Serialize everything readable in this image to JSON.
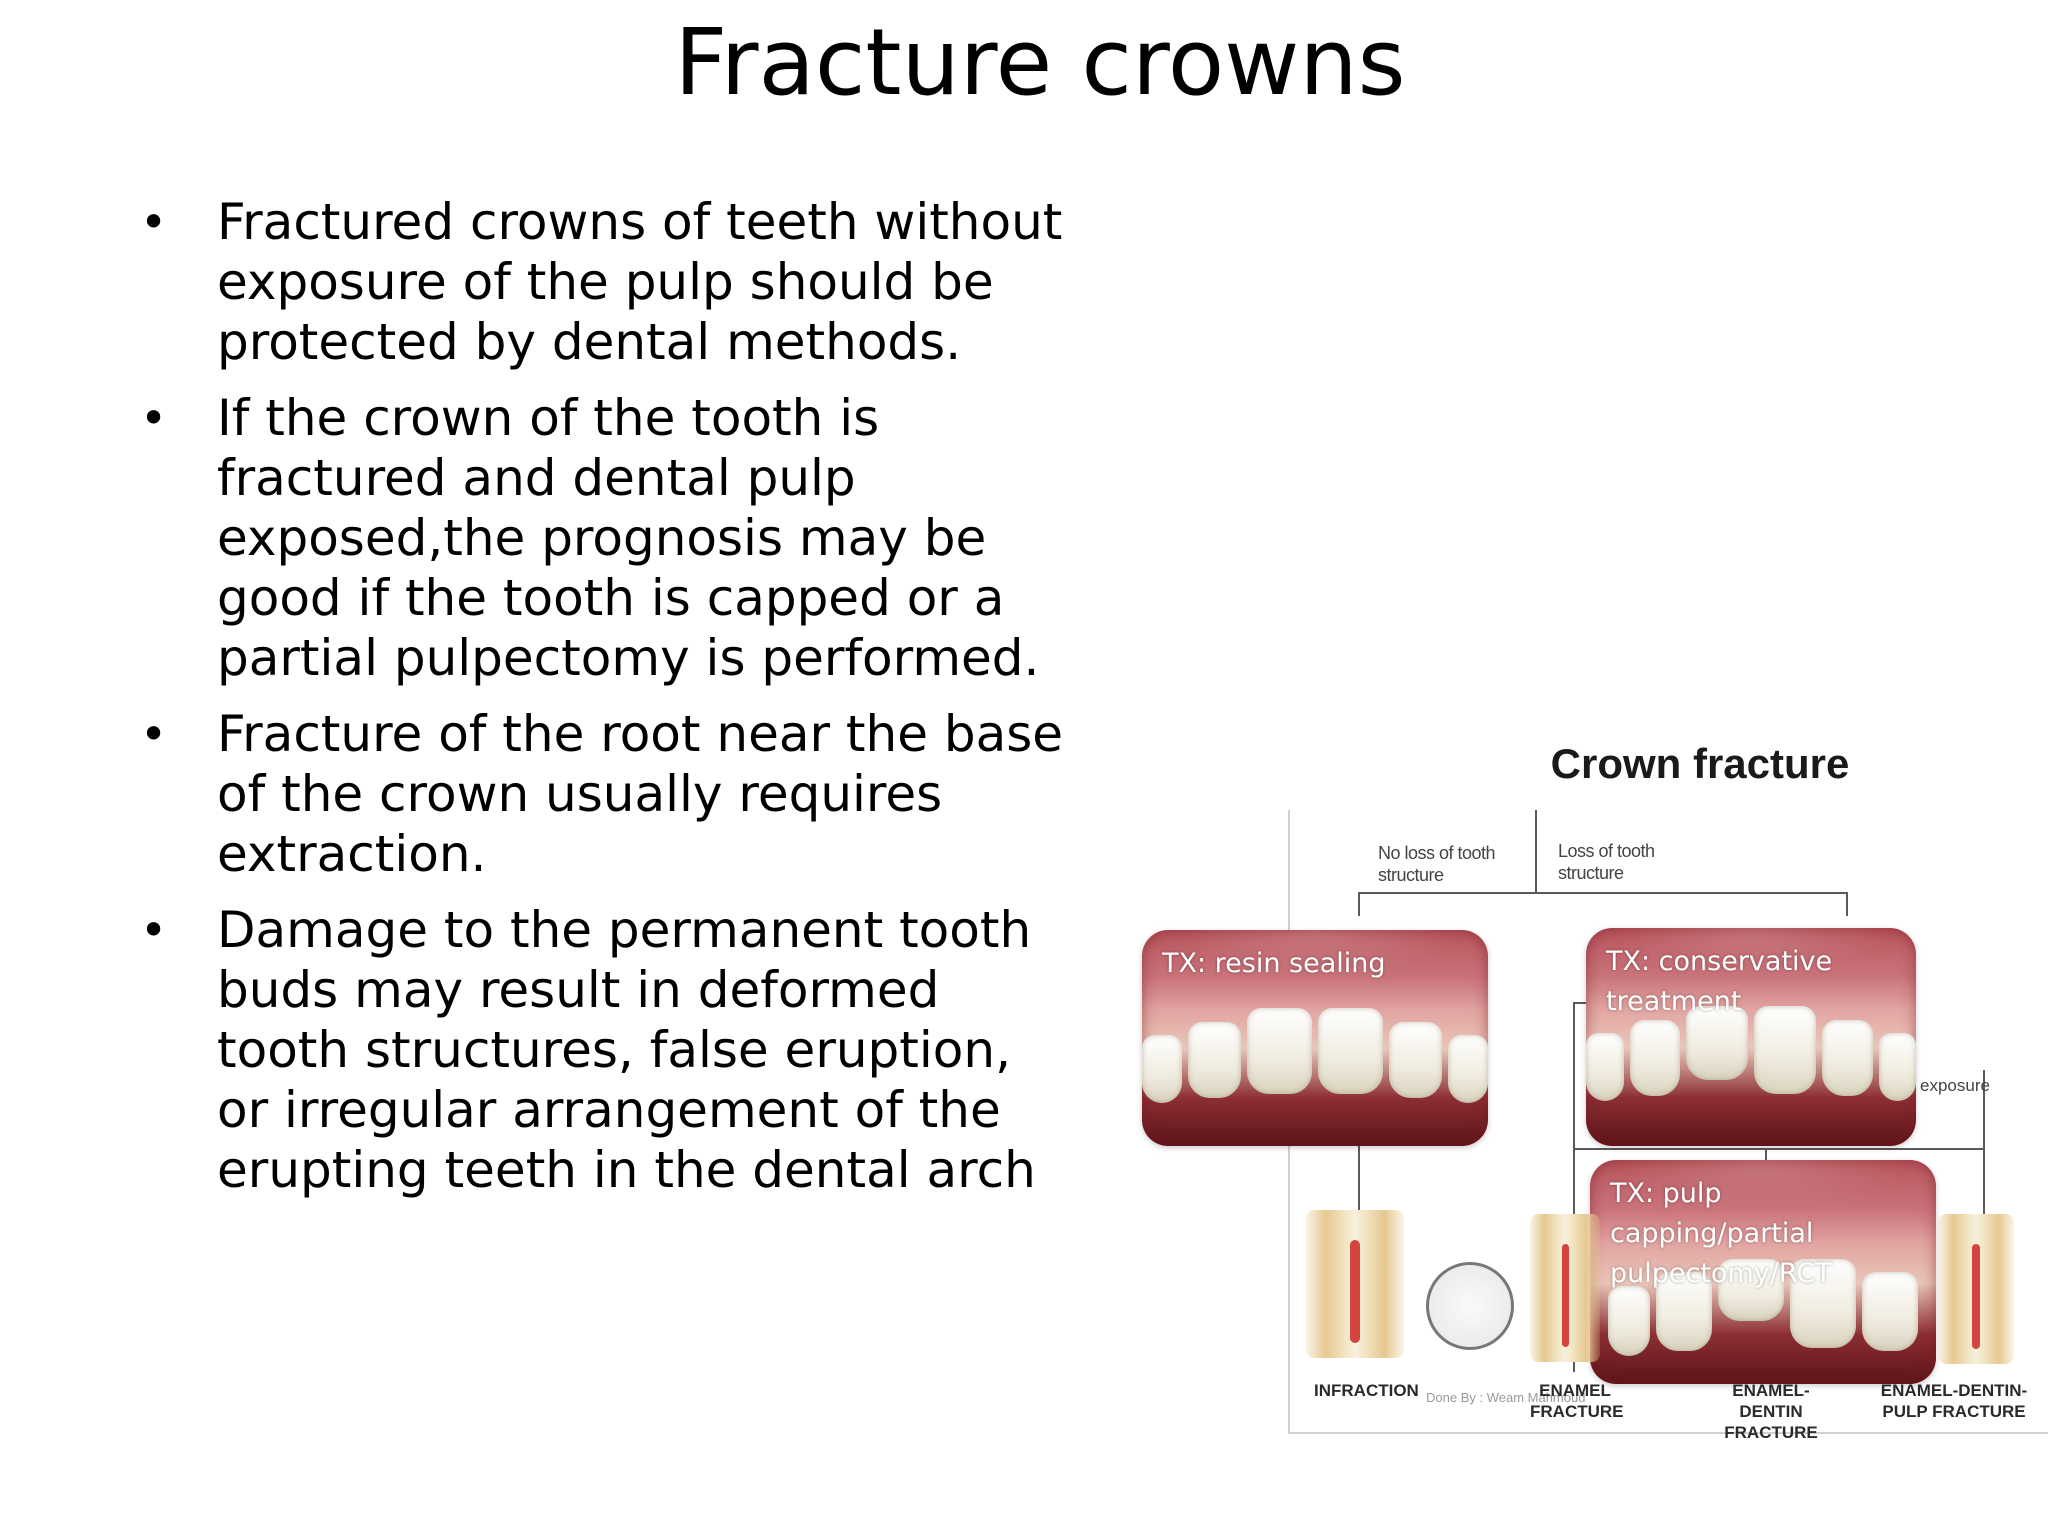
{
  "slide": {
    "title": "Fracture crowns",
    "bullets": [
      "Fractured crowns of teeth without exposure of the pulp should be protected by dental methods.",
      "If the crown of the tooth is fractured and dental pulp exposed,the prognosis may be good if the tooth is capped or a partial pulpectomy is performed.",
      "Fracture of the root near the base of the crown usually requires extraction.",
      "Damage to the permanent tooth buds may result in deformed tooth structures, false eruption, or irregular arrangement of the erupting teeth in the dental arch"
    ],
    "bullet_glyph": "•"
  },
  "figure": {
    "title": "Crown fracture",
    "branch_left": "No loss of tooth structure",
    "branch_right": "Loss of tooth structure",
    "tx_resin": "TX: resin sealing",
    "tx_conservative": "TX: conservative treatment",
    "tx_pulp": "TX: pulp capping/partial pulpectomy/RCT",
    "side_label": "exposure",
    "categories": {
      "infraction": "INFRACTION",
      "enamel": "ENAMEL FRACTURE",
      "enamel_dentin": "ENAMEL-DENTIN FRACTURE",
      "enamel_dentin_pulp": "ENAMEL-DENTIN-PULP FRACTURE"
    },
    "credit": "Done By : Weam Mahmoud"
  },
  "colors": {
    "gum": "#c9737a",
    "pulp": "#d4453f",
    "line": "#5a5a5a"
  }
}
